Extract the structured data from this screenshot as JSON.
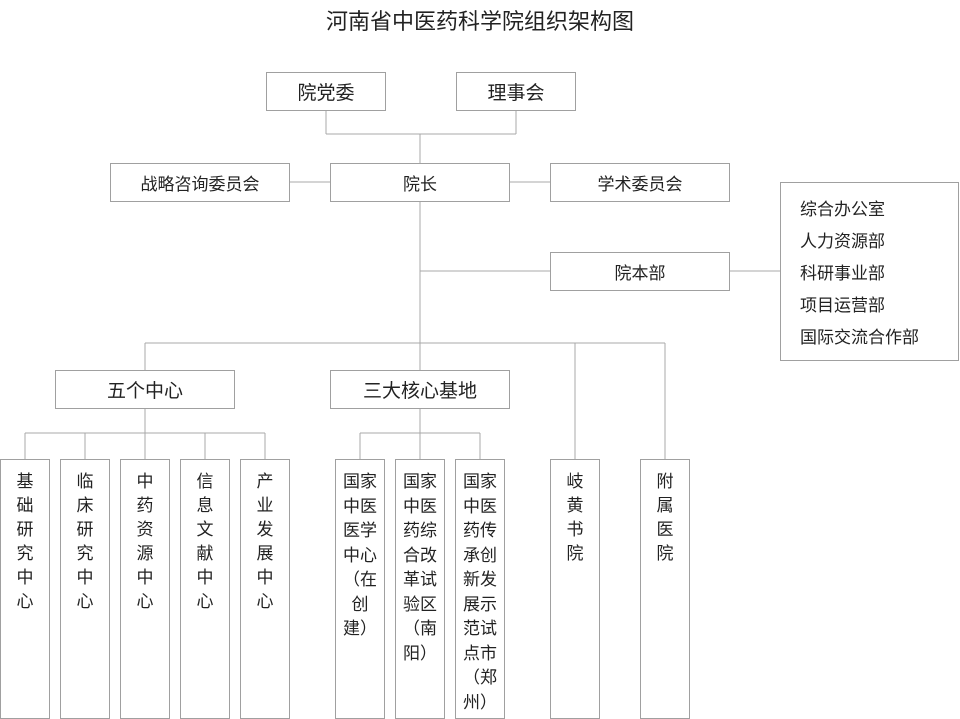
{
  "title": "河南省中医药科学院组织架构图",
  "nodes": {
    "party_committee": "院党委",
    "board": "理事会",
    "strategy_committee": "战略咨询委员会",
    "president": "院长",
    "academic_committee": "学术委员会",
    "headquarters": "院本部",
    "five_centers": "五个中心",
    "three_bases": "三大核心基地"
  },
  "headquarters_departments": [
    "综合办公室",
    "人力资源部",
    "科研事业部",
    "项目运营部",
    "国际交流合作部"
  ],
  "centers": [
    "基础研究中心",
    "临床研究中心",
    "中药资源中心",
    "信息文献中心",
    "产业发展中心"
  ],
  "bases": [
    "国家中医医学中心（在创建）",
    "国家中医药综合改革试验区（南阳）",
    "国家中医药传承创新发展示范试点市（郑州）"
  ],
  "affiliates": [
    "岐黄书院",
    "附属医院"
  ]
}
